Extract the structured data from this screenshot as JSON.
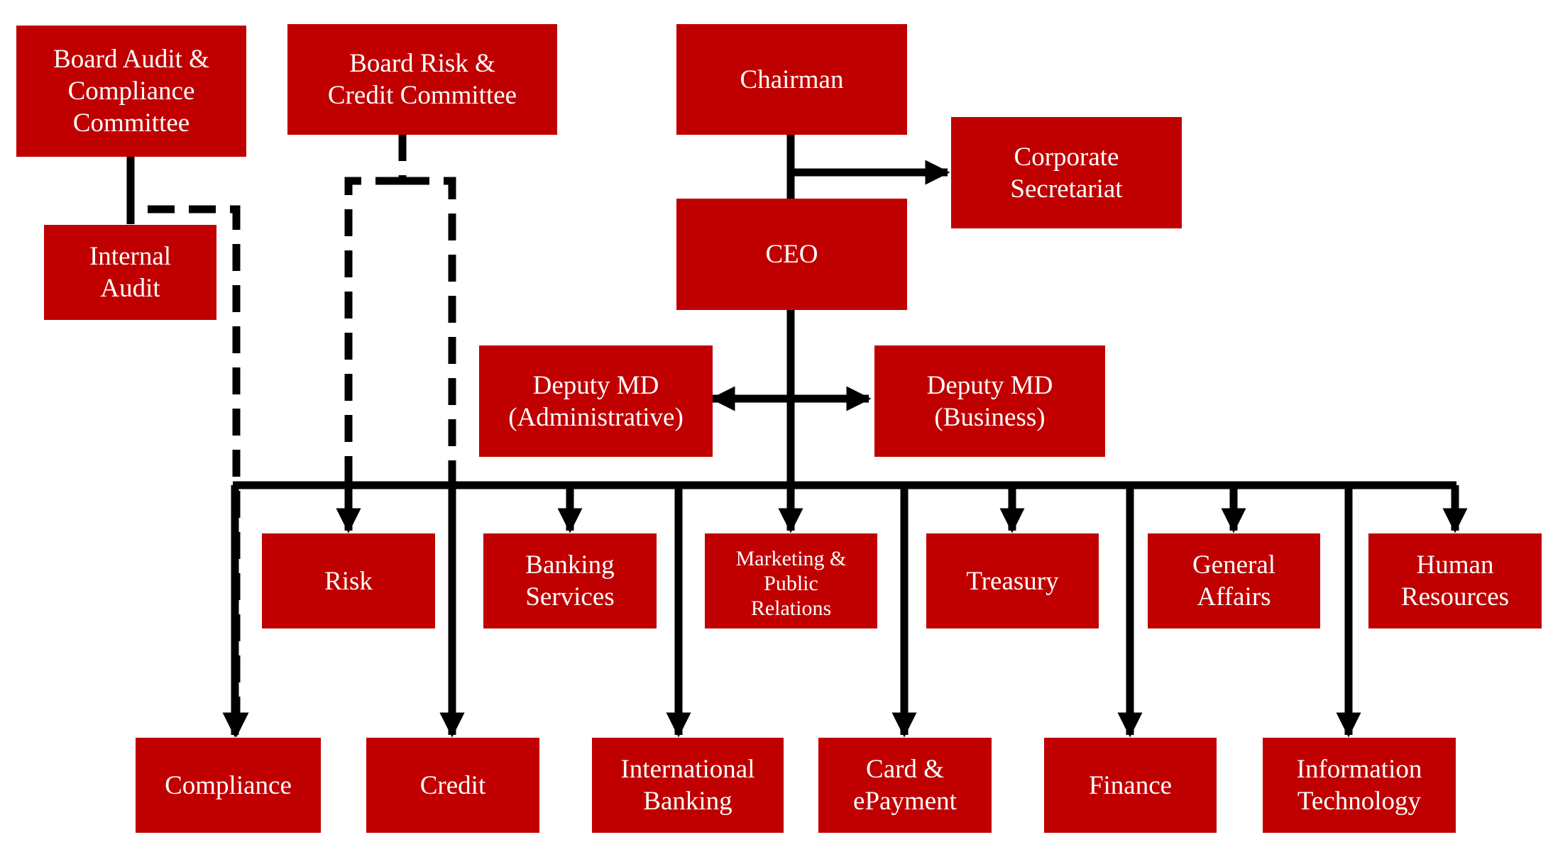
{
  "colors": {
    "box_fill": "#c00000",
    "box_text": "#ffffff",
    "connector": "#000000",
    "background": "#ffffff"
  },
  "nodes": {
    "board_audit": "Board Audit &\nCompliance\nCommittee",
    "board_risk": "Board Risk &\nCredit Committee",
    "chairman": "Chairman",
    "corporate_secretariat": "Corporate\nSecretariat",
    "internal_audit": "Internal\nAudit",
    "ceo": "CEO",
    "deputy_md_admin": "Deputy MD\n(Administrative)",
    "deputy_md_business": "Deputy MD\n(Business)",
    "risk": "Risk",
    "banking_services": "Banking\nServices",
    "marketing_pr": "Marketing &\nPublic\nRelations",
    "treasury": "Treasury",
    "general_affairs": "General\nAffairs",
    "human_resources": "Human\nResources",
    "compliance": "Compliance",
    "credit": "Credit",
    "international_banking": "International\nBanking",
    "card_epayment": "Card &\nePayment",
    "finance": "Finance",
    "information_technology": "Information\nTechnology"
  },
  "connections": [
    {
      "from": "chairman",
      "to": "ceo",
      "style": "solid"
    },
    {
      "from": "chairman",
      "to": "corporate_secretariat",
      "style": "solid-arrow"
    },
    {
      "from": "board_audit",
      "to": "internal_audit",
      "style": "solid"
    },
    {
      "from": "board_audit",
      "to": "compliance",
      "style": "dashed-arrow"
    },
    {
      "from": "board_risk",
      "to": "risk",
      "style": "dashed-arrow"
    },
    {
      "from": "board_risk",
      "to": "credit",
      "style": "dashed-arrow"
    },
    {
      "from": "ceo",
      "to": "deputy_md_admin",
      "style": "solid-arrow"
    },
    {
      "from": "ceo",
      "to": "deputy_md_business",
      "style": "solid-arrow"
    },
    {
      "from": "ceo",
      "to": "risk",
      "style": "solid-arrow"
    },
    {
      "from": "ceo",
      "to": "banking_services",
      "style": "solid-arrow"
    },
    {
      "from": "ceo",
      "to": "marketing_pr",
      "style": "solid-arrow"
    },
    {
      "from": "ceo",
      "to": "treasury",
      "style": "solid-arrow"
    },
    {
      "from": "ceo",
      "to": "general_affairs",
      "style": "solid-arrow"
    },
    {
      "from": "ceo",
      "to": "human_resources",
      "style": "solid-arrow"
    },
    {
      "from": "ceo",
      "to": "compliance",
      "style": "solid-arrow"
    },
    {
      "from": "ceo",
      "to": "credit",
      "style": "solid-arrow"
    },
    {
      "from": "ceo",
      "to": "international_banking",
      "style": "solid-arrow"
    },
    {
      "from": "ceo",
      "to": "card_epayment",
      "style": "solid-arrow"
    },
    {
      "from": "ceo",
      "to": "finance",
      "style": "solid-arrow"
    },
    {
      "from": "ceo",
      "to": "information_technology",
      "style": "solid-arrow"
    }
  ]
}
